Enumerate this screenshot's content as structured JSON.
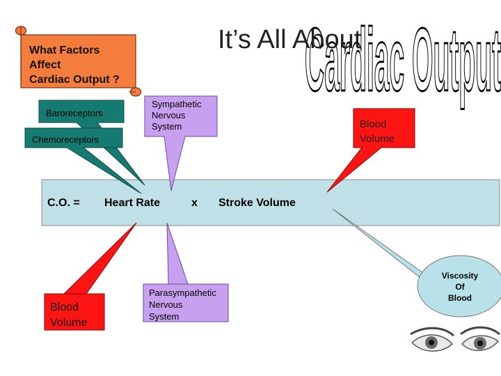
{
  "slide": {
    "title": "It’s All About",
    "title_art": "Cardiac Output",
    "question_lines": [
      "What Factors",
      "Affect",
      "Cardiac Output ?"
    ],
    "equation": {
      "lhs": "C.O.  =",
      "term1": "Heart Rate",
      "operator": "x",
      "term2": "Stroke Volume"
    },
    "callouts": {
      "baroreceptors": "Baroreceptors",
      "chemoreceptors": "Chemoreceptors",
      "sympathetic": [
        "Sympathetic",
        "Nervous",
        "System"
      ],
      "parasympathetic": [
        "Parasympathetic",
        "Nervous",
        "System"
      ],
      "blood_volume_top": [
        "Blood",
        "Volume"
      ],
      "blood_volume_bottom": [
        "Blood",
        "Volume"
      ],
      "viscosity": [
        "Viscosity",
        "Of",
        "Blood"
      ]
    }
  },
  "colors": {
    "scroll_fill": "#f47c3c",
    "callout_teal": "#157a70",
    "callout_purple": "#c8a0f0",
    "callout_red": "#ff1414",
    "callout_lightblue": "#b9e1ea",
    "equation_box": "#bfe0e6"
  },
  "icons": [
    "eyes-image"
  ]
}
